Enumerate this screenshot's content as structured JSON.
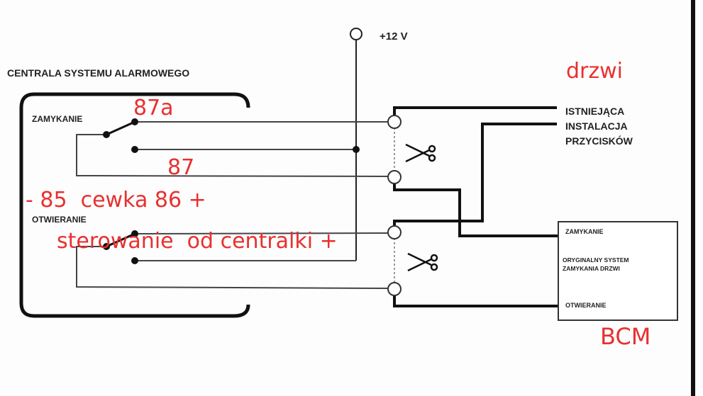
{
  "diagram": {
    "supply_label": "+12 V",
    "central_title": "CENTRALA SYSTEMU ALARMOWEGO",
    "relay_close_label": "ZAMYKANIE",
    "relay_open_label": "OTWIERANIE",
    "existing_lines": [
      "ISTNIEJĄCA",
      "INSTALACJA",
      "PRZYCISKÓW"
    ],
    "bcm_box": {
      "close": "ZAMYKANIE",
      "system_lines": [
        "ORYGINALNY SYSTEM",
        "ZAMYKANIA DRZWI"
      ],
      "open": "OTWIERANIE"
    }
  },
  "annotations": {
    "door": "drzwi",
    "nc_contact": "87a",
    "no_contact": "87",
    "coil": "- 85  cewka 86 +",
    "control": "sterowanie  od centralki +",
    "bcm": "BCM"
  },
  "colors": {
    "annotation": "#e8302f",
    "line": "#111111"
  }
}
